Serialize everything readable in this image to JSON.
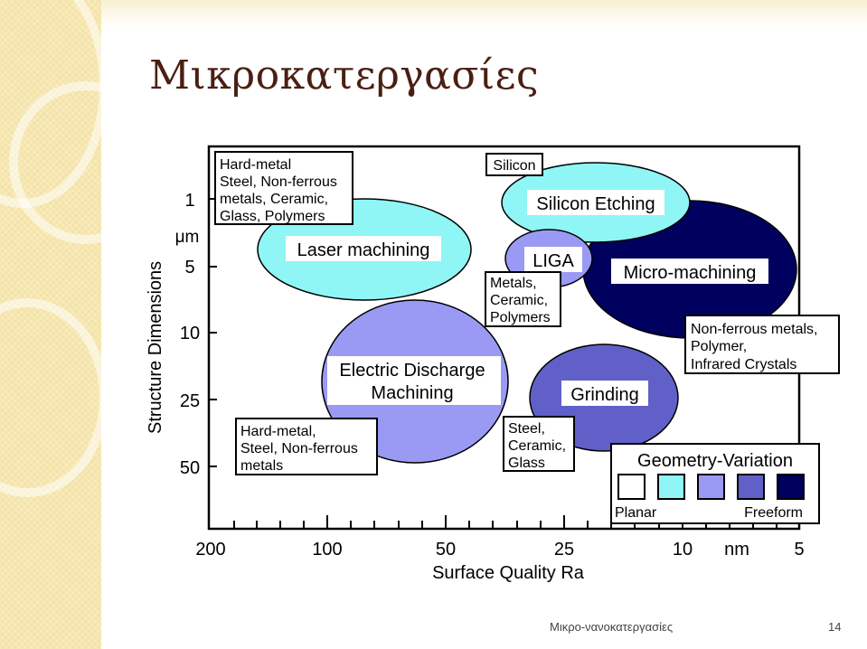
{
  "slide": {
    "title": "Μικροκατεργασίες",
    "footer": "Μικρο-νανοκατεργασίες",
    "page_number": "14"
  },
  "diagram": {
    "y_axis": {
      "title": "Structure Dimensions",
      "unit": "μm",
      "ticks": [
        "1",
        "5",
        "10",
        "25",
        "50"
      ]
    },
    "x_axis": {
      "title": "Surface Quality Ra",
      "unit": "nm",
      "ticks": [
        "200",
        "100",
        "50",
        "25",
        "10",
        "5"
      ]
    },
    "processes": {
      "laser_machining": "Laser machining",
      "silicon_etching": "Silicon Etching",
      "liga": "LIGA",
      "micro_machining": "Micro-machining",
      "edm_line1": "Electric Discharge",
      "edm_line2": "Machining",
      "grinding": "Grinding"
    },
    "materials": {
      "laser": [
        "Hard-metal",
        "Steel, Non-ferrous",
        "metals, Ceramic,",
        "Glass, Polymers"
      ],
      "silicon": [
        "Silicon"
      ],
      "liga": [
        "Metals,",
        "Ceramic,",
        "Polymers"
      ],
      "micro": [
        "Non-ferrous metals,",
        "Polymer,",
        "Infrared Crystals"
      ],
      "edm": [
        "Hard-metal,",
        "Steel, Non-ferrous",
        "metals"
      ],
      "grinding": [
        "Steel,",
        "Ceramic,",
        "Glass"
      ]
    },
    "legend": {
      "title": "Geometry-Variation",
      "left_label": "Planar",
      "right_label": "Freeform",
      "colors": [
        "#ffffff",
        "#8ff5f5",
        "#9a9af5",
        "#6060c8",
        "#00005e"
      ]
    }
  }
}
